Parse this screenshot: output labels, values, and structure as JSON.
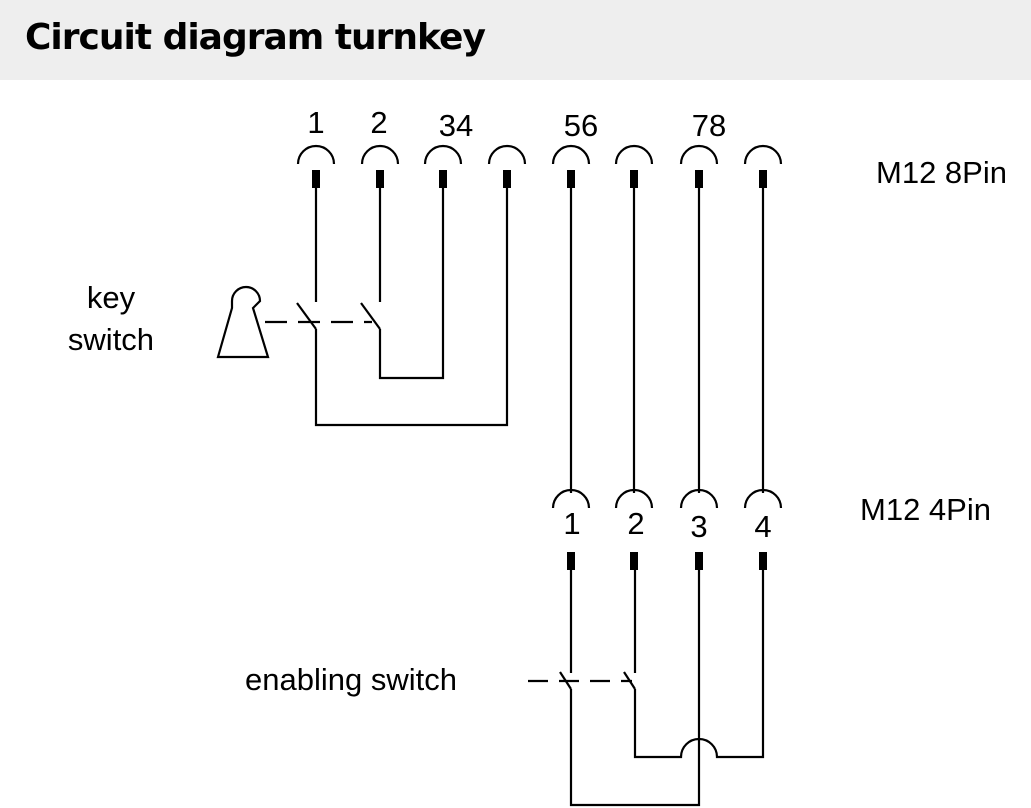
{
  "header": {
    "title": "Circuit diagram turnkey"
  },
  "diagram": {
    "connector_top": {
      "label": "M12 8Pin",
      "pin_labels": [
        "1",
        "2",
        "34",
        "56",
        "78"
      ],
      "pin_count": 8
    },
    "connector_bottom": {
      "label": "M12 4Pin",
      "pin_labels": [
        "1",
        "2",
        "3",
        "4"
      ],
      "pin_count": 4
    },
    "key_switch_label": [
      "key",
      "switch"
    ],
    "enabling_switch_label": "enabling switch"
  }
}
